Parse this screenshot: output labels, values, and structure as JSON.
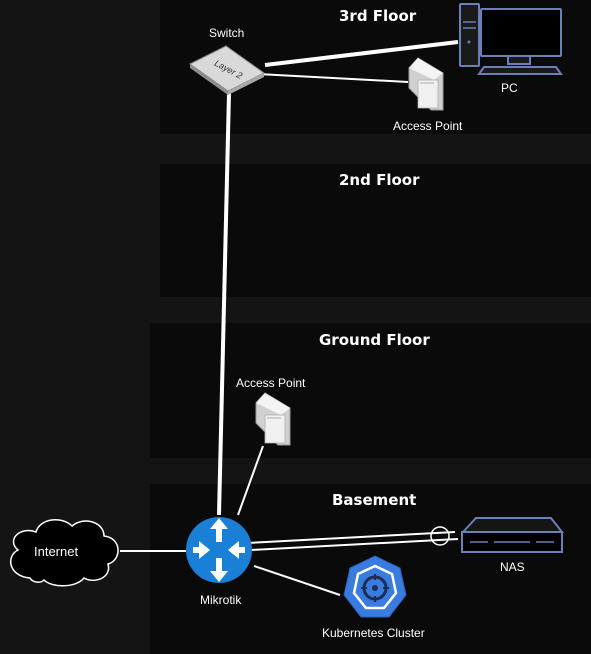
{
  "floors": [
    {
      "id": "floor-3",
      "title": "3rd Floor"
    },
    {
      "id": "floor-2",
      "title": "2nd Floor"
    },
    {
      "id": "floor-ground",
      "title": "Ground Floor"
    },
    {
      "id": "floor-basement",
      "title": "Basement"
    }
  ],
  "nodes": {
    "switch": {
      "label": "Switch",
      "device_text": "Layer 2"
    },
    "pc": {
      "label": "PC"
    },
    "ap_3rd": {
      "label": "Access Point"
    },
    "ap_ground": {
      "label": "Access Point"
    },
    "internet": {
      "label": "Internet"
    },
    "mikrotik": {
      "label": "Mikrotik"
    },
    "nas": {
      "label": "NAS"
    },
    "k8s": {
      "label": "Kubernetes Cluster"
    }
  },
  "colors": {
    "background": "#141414",
    "floor_band": "#0a0a0a",
    "router_blue": "#1a7fd6",
    "k8s_blue": "#3a7be0",
    "device_outline": "#6b7fb8",
    "link": "#ffffff"
  }
}
